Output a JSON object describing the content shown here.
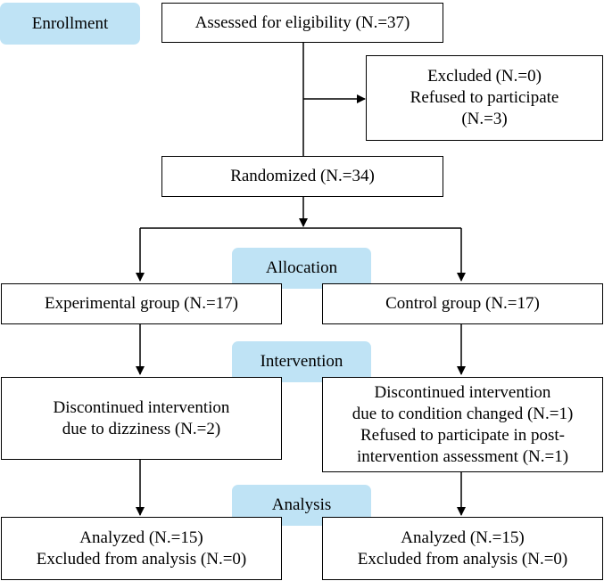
{
  "stages": {
    "enrollment": "Enrollment",
    "allocation": "Allocation",
    "intervention": "Intervention",
    "analysis": "Analysis"
  },
  "boxes": {
    "assessed": "Assessed for eligibility (N.=37)",
    "excluded": {
      "line1": "Excluded (N.=0)",
      "line2": "Refused to participate",
      "line3": "(N.=3)"
    },
    "randomized": "Randomized (N.=34)",
    "experimental_group": "Experimental group (N.=17)",
    "control_group": "Control group (N.=17)",
    "experimental_discontinued": {
      "line1": "Discontinued intervention",
      "line2": "due to dizziness (N.=2)"
    },
    "control_discontinued": {
      "line1": "Discontinued intervention",
      "line2": "due to condition changed (N.=1)",
      "line3": "Refused to participate in post-",
      "line4": "intervention assessment (N.=1)"
    },
    "experimental_analysis": {
      "line1": "Analyzed (N.=15)",
      "line2": "Excluded from analysis (N.=0)"
    },
    "control_analysis": {
      "line1": "Analyzed (N.=15)",
      "line2": "Excluded from analysis (N.=0)"
    }
  },
  "colors": {
    "stage_fill": "#bfe3f5",
    "line": "#000000"
  }
}
